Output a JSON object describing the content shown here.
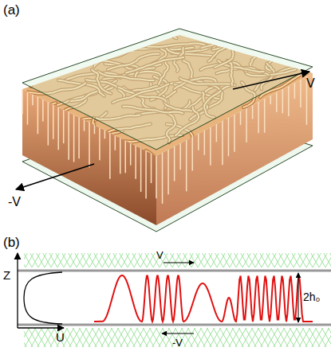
{
  "diagram": {
    "labels": [
      "(a)",
      "V",
      "-V",
      "(b)",
      "Z",
      "V",
      "-V",
      "U",
      "2h₀"
    ]
  }
}
